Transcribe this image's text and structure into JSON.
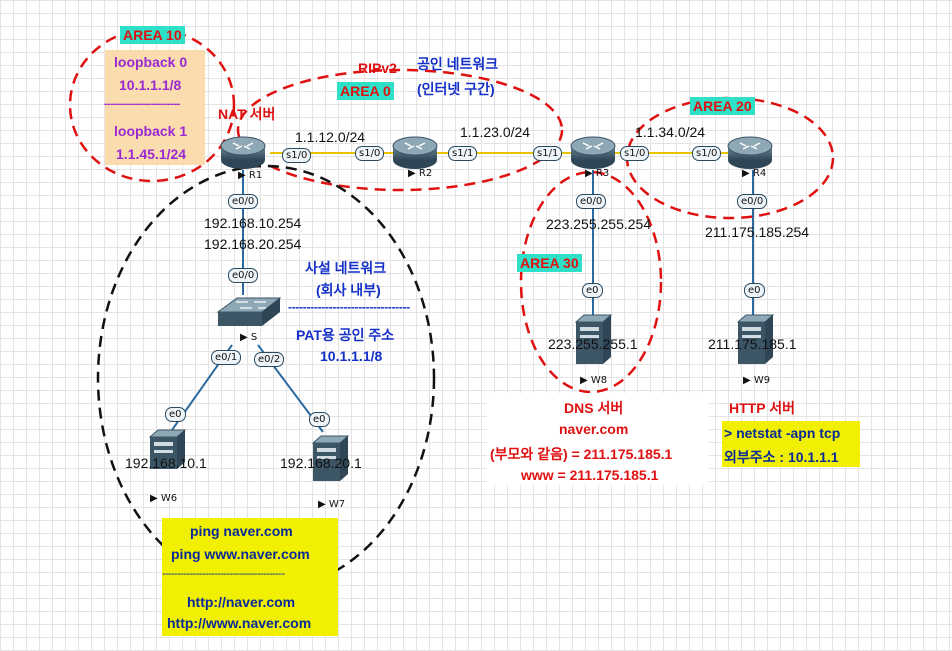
{
  "area10": {
    "label": "AREA 10",
    "lb0_name": "loopback 0",
    "lb0_ip": "10.1.1.1/8",
    "divider": "------------------------",
    "lb1_name": "loopback 1",
    "lb1_ip": "1.1.45.1/24"
  },
  "area0": {
    "label": "AREA 0",
    "ripv2": "RIPv2",
    "public_net": "공인 네트워크",
    "internet": "(인터넷 구간)"
  },
  "area20": {
    "label": "AREA 20"
  },
  "area30": {
    "label": "AREA 30"
  },
  "nat_label": "NAT 서버",
  "networks": {
    "n12": "1.1.12.0/24",
    "n23": "1.1.23.0/24",
    "n34": "1.1.34.0/24"
  },
  "devices": {
    "r1": "R1",
    "r2": "R2",
    "r3": "R3",
    "r4": "R4",
    "s": "S",
    "w6": "W6",
    "w7": "W7",
    "w8": "W8",
    "w9": "W9"
  },
  "ports": {
    "r1_s10": "s1/0",
    "r2_s10": "s1/0",
    "r2_s11": "s1/1",
    "r3_s11": "s1/1",
    "r3_s10": "s1/0",
    "r4_s10": "s1/0",
    "r1_e00": "e0/0",
    "s_e00": "e0/0",
    "s_e01": "e0/1",
    "s_e02": "e0/2",
    "w6_e0": "e0",
    "w7_e0": "e0",
    "r3_e00": "e0/0",
    "w8_e0": "e0",
    "r4_e00": "e0/0",
    "w9_e0": "e0"
  },
  "ips": {
    "r1_e00_a": "192.168.10.254",
    "r1_e00_b": "192.168.20.254",
    "w6": "192.168.10.1",
    "w7": "192.168.20.1",
    "r3_e00": "223.255.255.254",
    "w8": "223.255.255.1",
    "r4_e00": "211.175.185.254",
    "w9": "211.175.185.1"
  },
  "private": {
    "title": "사설 네트워크",
    "sub": "(회사 내부)",
    "divider": "---------------------------------",
    "pat_label": "PAT용 공인 주소",
    "pat_ip": "10.1.1.1/8"
  },
  "dns": {
    "title": "DNS 서버",
    "line1": "naver.com",
    "line2": "(부모와 같음) = 211.175.185.1",
    "line3": "www = 211.175.185.1"
  },
  "http": {
    "title": "HTTP 서버",
    "cmd": "> netstat -apn tcp",
    "result": "외부주소 : 10.1.1.1"
  },
  "ping": {
    "line1": "ping naver.com",
    "line2": "ping www.naver.com",
    "divider": "----------------------------------------",
    "line3": "http://naver.com",
    "line4": "http://www.naver.com"
  },
  "colors": {
    "area_tag": "#2fe0c8",
    "red": "#e01010",
    "blue": "#1530c8",
    "purple": "#9a2ad0",
    "yellow": "#f0f000",
    "peach": "#fbdcae",
    "serial_link": "#e8c400",
    "eth_link": "#2b6aa0"
  }
}
